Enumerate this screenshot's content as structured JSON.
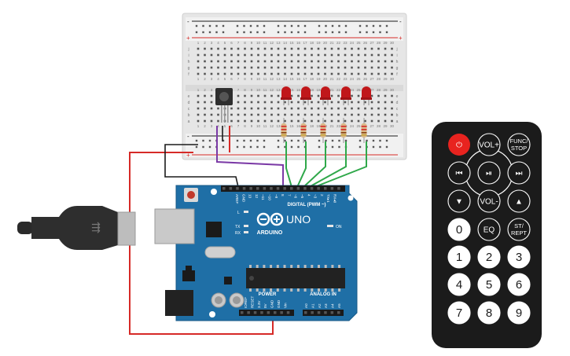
{
  "arduino": {
    "model": "UNO",
    "brand": "ARDUINO",
    "digital_header": "DIGITAL (PWM ~)",
    "power_header": "POWER",
    "analog_header": "ANALOG IN",
    "on_label": "ON",
    "tx_label": "TX",
    "rx_label": "RX",
    "l_label": "L",
    "digital_pins": [
      "AREF",
      "GND",
      "13",
      "12",
      "~11",
      "~10",
      "~9",
      "8",
      "7",
      "~6",
      "~5",
      "4",
      "~3",
      "2",
      "TX▸1",
      "RX◂0"
    ],
    "power_pins": [
      "IOREF",
      "RESET",
      "3.3V",
      "5V",
      "GND",
      "GND",
      "Vin"
    ],
    "analog_pins": [
      "A0",
      "A1",
      "A2",
      "A3",
      "A4",
      "A5"
    ]
  },
  "breadboard": {
    "row_letters_top": [
      "j",
      "i",
      "h",
      "g",
      "f"
    ],
    "row_letters_bottom": [
      "e",
      "d",
      "c",
      "b",
      "a"
    ],
    "columns": [
      "1",
      "2",
      "3",
      "4",
      "5",
      "6",
      "7",
      "8",
      "9",
      "10",
      "11",
      "12",
      "13",
      "14",
      "15",
      "16",
      "17",
      "18",
      "19",
      "20",
      "21",
      "22",
      "23",
      "24",
      "25",
      "26",
      "27",
      "28",
      "29",
      "30"
    ],
    "rail_minus": "-",
    "rail_plus": "+"
  },
  "remote": {
    "buttons": [
      {
        "name": "power",
        "label": "⏻",
        "color": "#e8231f"
      },
      {
        "name": "vol-up",
        "label": "VOL+"
      },
      {
        "name": "func-stop",
        "label": "FUNC/\nSTOP"
      },
      {
        "name": "prev",
        "label": "⏮"
      },
      {
        "name": "play-pause",
        "label": "⏯"
      },
      {
        "name": "next",
        "label": "⏭"
      },
      {
        "name": "down",
        "label": "▼"
      },
      {
        "name": "vol-down",
        "label": "VOL-"
      },
      {
        "name": "up",
        "label": "▲"
      },
      {
        "name": "0",
        "label": "0"
      },
      {
        "name": "eq",
        "label": "EQ"
      },
      {
        "name": "st-rept",
        "label": "ST/\nREPT"
      },
      {
        "name": "1",
        "label": "1"
      },
      {
        "name": "2",
        "label": "2"
      },
      {
        "name": "3",
        "label": "3"
      },
      {
        "name": "4",
        "label": "4"
      },
      {
        "name": "5",
        "label": "5"
      },
      {
        "name": "6",
        "label": "6"
      },
      {
        "name": "7",
        "label": "7"
      },
      {
        "name": "8",
        "label": "8"
      },
      {
        "name": "9",
        "label": "9"
      }
    ]
  },
  "colors": {
    "board_blue": "#1f6fa6",
    "wire_red": "#d62a27",
    "wire_green": "#2fa84a",
    "wire_purple": "#7b3aa6",
    "wire_black": "#1a1a1a",
    "led_red": "#c0171a",
    "breadboard": "#e9e9e9",
    "remote_body": "#1b1b1b"
  }
}
